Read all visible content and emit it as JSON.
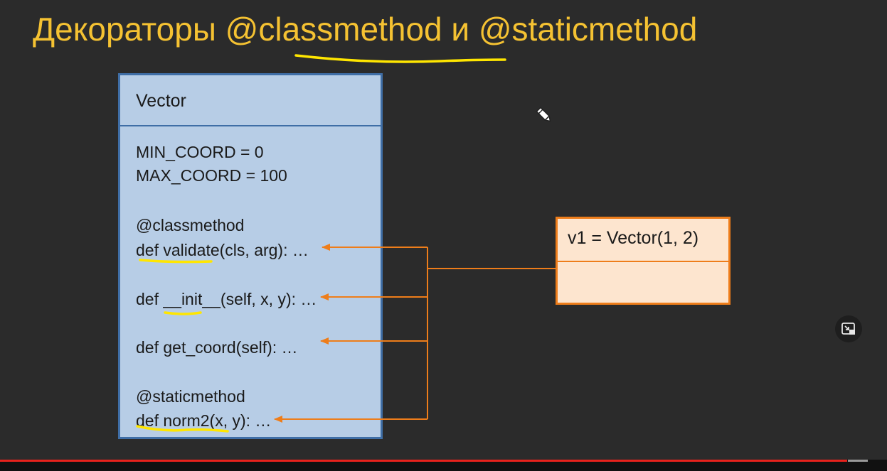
{
  "slide": {
    "title": "Декораторы @classmethod и @staticmethod"
  },
  "class_box": {
    "name": "Vector",
    "lines": [
      "MIN_COORD = 0",
      "MAX_COORD = 100",
      "@classmethod",
      "def validate(cls, arg): …",
      "def __init__(self, x, y): …",
      "def get_coord(self): …",
      "@staticmethod",
      "def norm2(x, y): …"
    ]
  },
  "object_box": {
    "label": "v1 = Vector(1, 2)"
  },
  "colors": {
    "title": "#f5c232",
    "class_fill": "#b7cde6",
    "class_border": "#3f6ea6",
    "object_fill": "#fde5cf",
    "object_border": "#ee7d1a",
    "highlight_underline": "#ffe600"
  },
  "icons": {
    "cursor": "pencil-icon",
    "overlay_button": "picture-in-picture-icon"
  },
  "player": {
    "progress_fraction": 0.955
  }
}
